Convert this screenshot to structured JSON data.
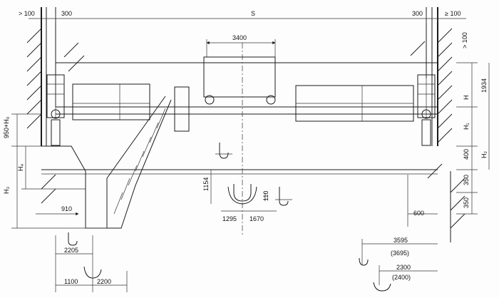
{
  "dimensions": {
    "top_left_clearance": "> 100",
    "top_left_offset": "300",
    "span": "S",
    "top_right_offset": "300",
    "top_right_clearance": "≥ 100",
    "trolley_wheelbase": "3400",
    "right_top_clearance": "> 100",
    "right_height_1934": "1934",
    "right_H": "H",
    "right_H1": "H₁",
    "right_H2": "H₂",
    "right_400": "400",
    "right_350_upper": "350",
    "right_350_lower": "350",
    "left_950_H0": "950+H₀",
    "left_H4": "H₄",
    "left_H3": "H₃",
    "hook_drop": "1154",
    "hook_offset_110": "110",
    "left_hook_offset": "1295",
    "right_hook_offset": "1670",
    "left_910": "910",
    "left_2205": "2205",
    "left_1100": "1100",
    "left_2200": "2200",
    "right_600": "600",
    "right_3595": "3595",
    "right_3695": "(3695)",
    "right_2300": "2300",
    "right_2400": "(2400)"
  }
}
